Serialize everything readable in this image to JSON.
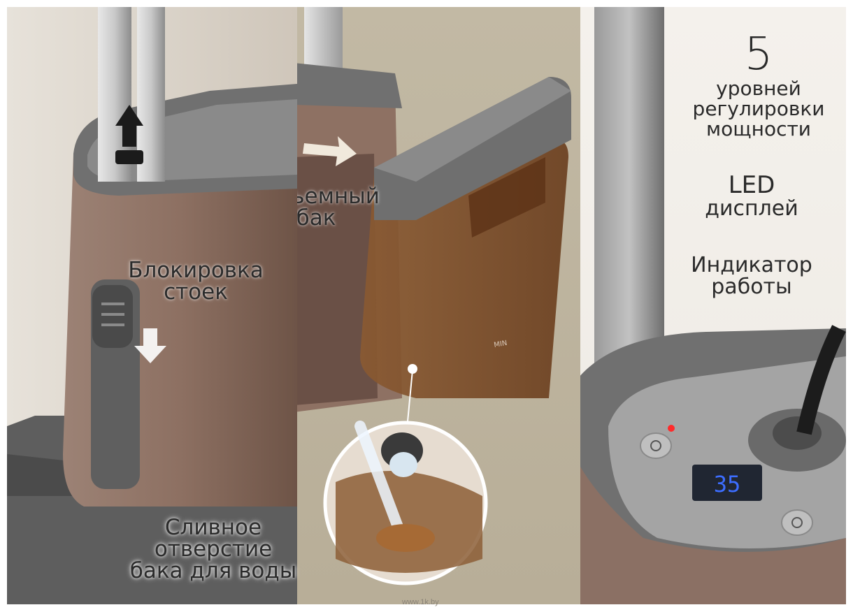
{
  "labels": {
    "lock_line1": "Блокировка",
    "lock_line2": "стоек",
    "tank_line1": "Съемный",
    "tank_line2": "бак",
    "drain_line1": "Сливное отверстие",
    "drain_line2": "бака для воды",
    "power_number": "5",
    "power_line1": "уровней",
    "power_line2": "регулировки",
    "power_line3": "мощности",
    "led_line1": "LED",
    "led_line2": "дисплей",
    "ind_line1": "Индикатор",
    "ind_line2": "работы"
  },
  "tank_mark": "MIN",
  "display_reading": "35",
  "watermark": "www.1k.by",
  "colors": {
    "body_brown": "#8f7468",
    "tank_amber": "#7a4a24",
    "plastic_gray": "#6d6d6d",
    "led_blue": "#3c6dff",
    "indicator_red": "#ff2a2a"
  }
}
